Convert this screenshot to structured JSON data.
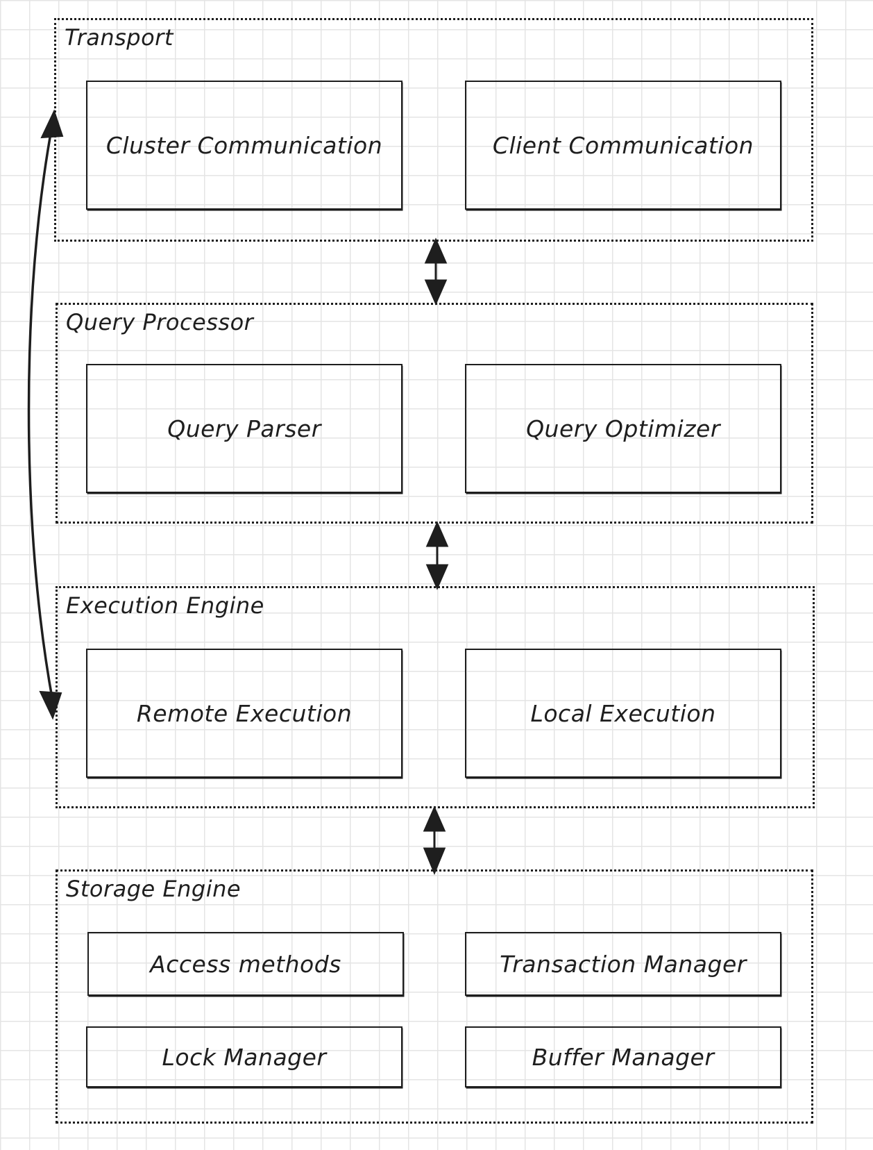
{
  "layers": [
    {
      "title": "Transport",
      "components": [
        "Cluster Communication",
        "Client Communication"
      ]
    },
    {
      "title": "Query Processor",
      "components": [
        "Query Parser",
        "Query Optimizer"
      ]
    },
    {
      "title": "Execution Engine",
      "components": [
        "Remote Execution",
        "Local Execution"
      ]
    },
    {
      "title": "Storage Engine",
      "components": [
        "Access methods",
        "Transaction Manager",
        "Lock Manager",
        "Buffer Manager"
      ]
    }
  ],
  "colors": {
    "stroke": "#1e1e1e",
    "grid": "#e4e4e4",
    "background": "#ffffff"
  }
}
